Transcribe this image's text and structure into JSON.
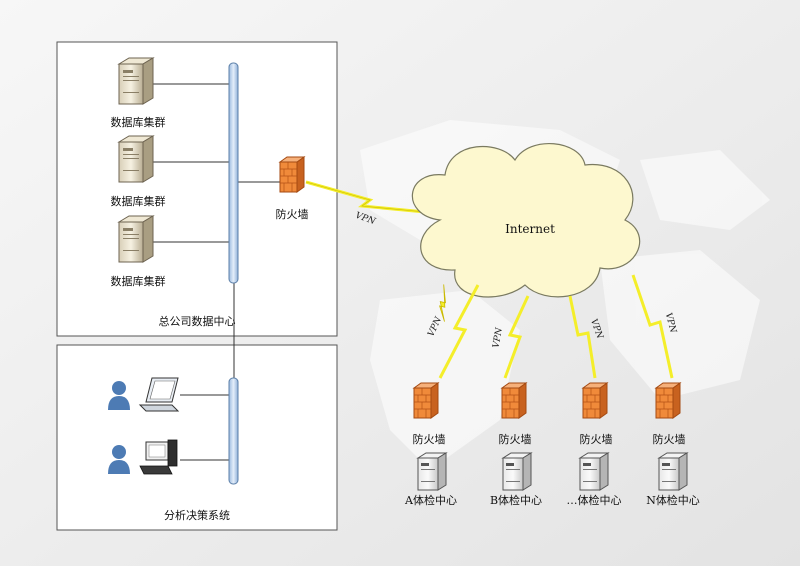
{
  "hq": {
    "servers": [
      "数据库集群",
      "数据库集群",
      "数据库集群"
    ],
    "title": "总公司数据中心",
    "firewall": "防火墙",
    "vpn": "VPN"
  },
  "analysis": {
    "title": "分析决策系统"
  },
  "internet": {
    "label": "Internet"
  },
  "centers": [
    {
      "firewall": "防火墙",
      "name": "A体检中心",
      "vpn": "VPN"
    },
    {
      "firewall": "防火墙",
      "name": "B体检中心",
      "vpn": "VPN"
    },
    {
      "firewall": "防火墙",
      "name": "…体检中心",
      "vpn": "VPN"
    },
    {
      "firewall": "防火墙",
      "name": "N体检中心",
      "vpn": "VPN"
    }
  ],
  "colors": {
    "cloud": "#fdf8cf",
    "firewall": "#f08a3a",
    "bolt": "#f4ee2a",
    "bus": "#b8d0ea",
    "user": "#4d7bb4"
  }
}
